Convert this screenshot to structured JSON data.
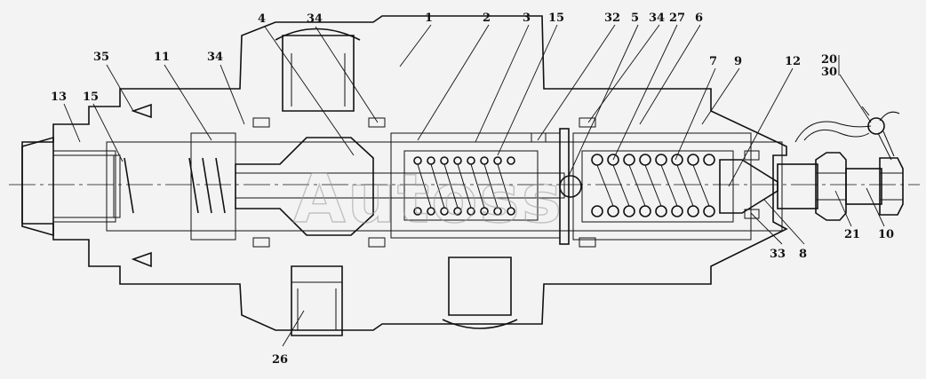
{
  "watermark": "Autoss",
  "labels": [
    {
      "id": "13",
      "text": "13"
    },
    {
      "id": "15a",
      "text": "15"
    },
    {
      "id": "35",
      "text": "35"
    },
    {
      "id": "11",
      "text": "11"
    },
    {
      "id": "34a",
      "text": "34"
    },
    {
      "id": "4",
      "text": "4"
    },
    {
      "id": "34b",
      "text": "34"
    },
    {
      "id": "1",
      "text": "1"
    },
    {
      "id": "2",
      "text": "2"
    },
    {
      "id": "3",
      "text": "3"
    },
    {
      "id": "15b",
      "text": "15"
    },
    {
      "id": "32",
      "text": "32"
    },
    {
      "id": "5",
      "text": "5"
    },
    {
      "id": "34c",
      "text": "34"
    },
    {
      "id": "27",
      "text": "27"
    },
    {
      "id": "6",
      "text": "6"
    },
    {
      "id": "7",
      "text": "7"
    },
    {
      "id": "9",
      "text": "9"
    },
    {
      "id": "12",
      "text": "12"
    },
    {
      "id": "20",
      "text": "20"
    },
    {
      "id": "30",
      "text": "30"
    },
    {
      "id": "21",
      "text": "21"
    },
    {
      "id": "10",
      "text": "10"
    },
    {
      "id": "33",
      "text": "33"
    },
    {
      "id": "8",
      "text": "8"
    },
    {
      "id": "26",
      "text": "26"
    }
  ]
}
